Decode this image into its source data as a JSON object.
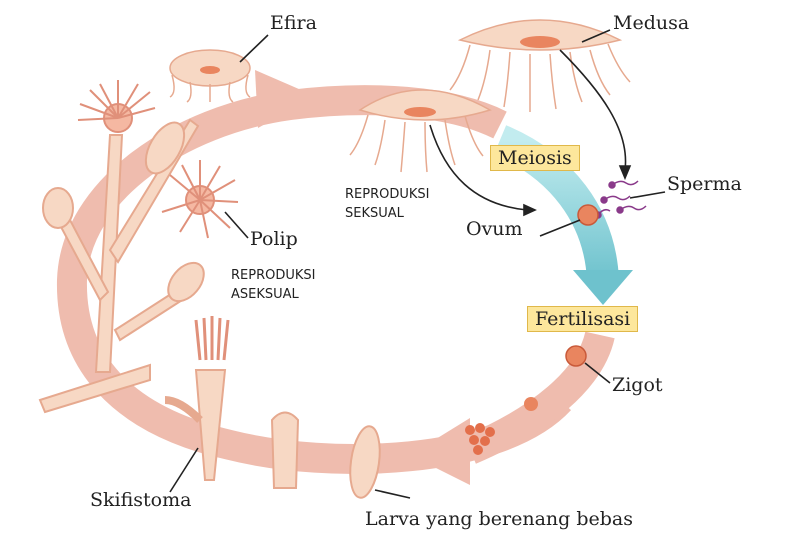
{
  "labels": {
    "efira": "Efira",
    "medusa": "Medusa",
    "polip": "Polip",
    "meiosis": "Meiosis",
    "sperma": "Sperma",
    "ovum": "Ovum",
    "fertilisasi": "Fertilisasi",
    "zigot": "Zigot",
    "skifistoma": "Skifistoma",
    "larva": "Larva yang berenang bebas",
    "reproduksi_seksual_1": "REPRODUKSI",
    "reproduksi_seksual_2": "SEKSUAL",
    "reproduksi_aseksual_1": "REPRODUKSI",
    "reproduksi_aseksual_2": "ASEKSUAL"
  },
  "colors": {
    "cycle_arrow": "#efbcae",
    "meiosis_arrow": "#8dd3dc",
    "highlight_box": "#fde79c",
    "organism": "#f7d8c4",
    "organism_tentacle": "#f0a890",
    "egg": "#e9855f",
    "sperm": "#8a3a8a"
  }
}
